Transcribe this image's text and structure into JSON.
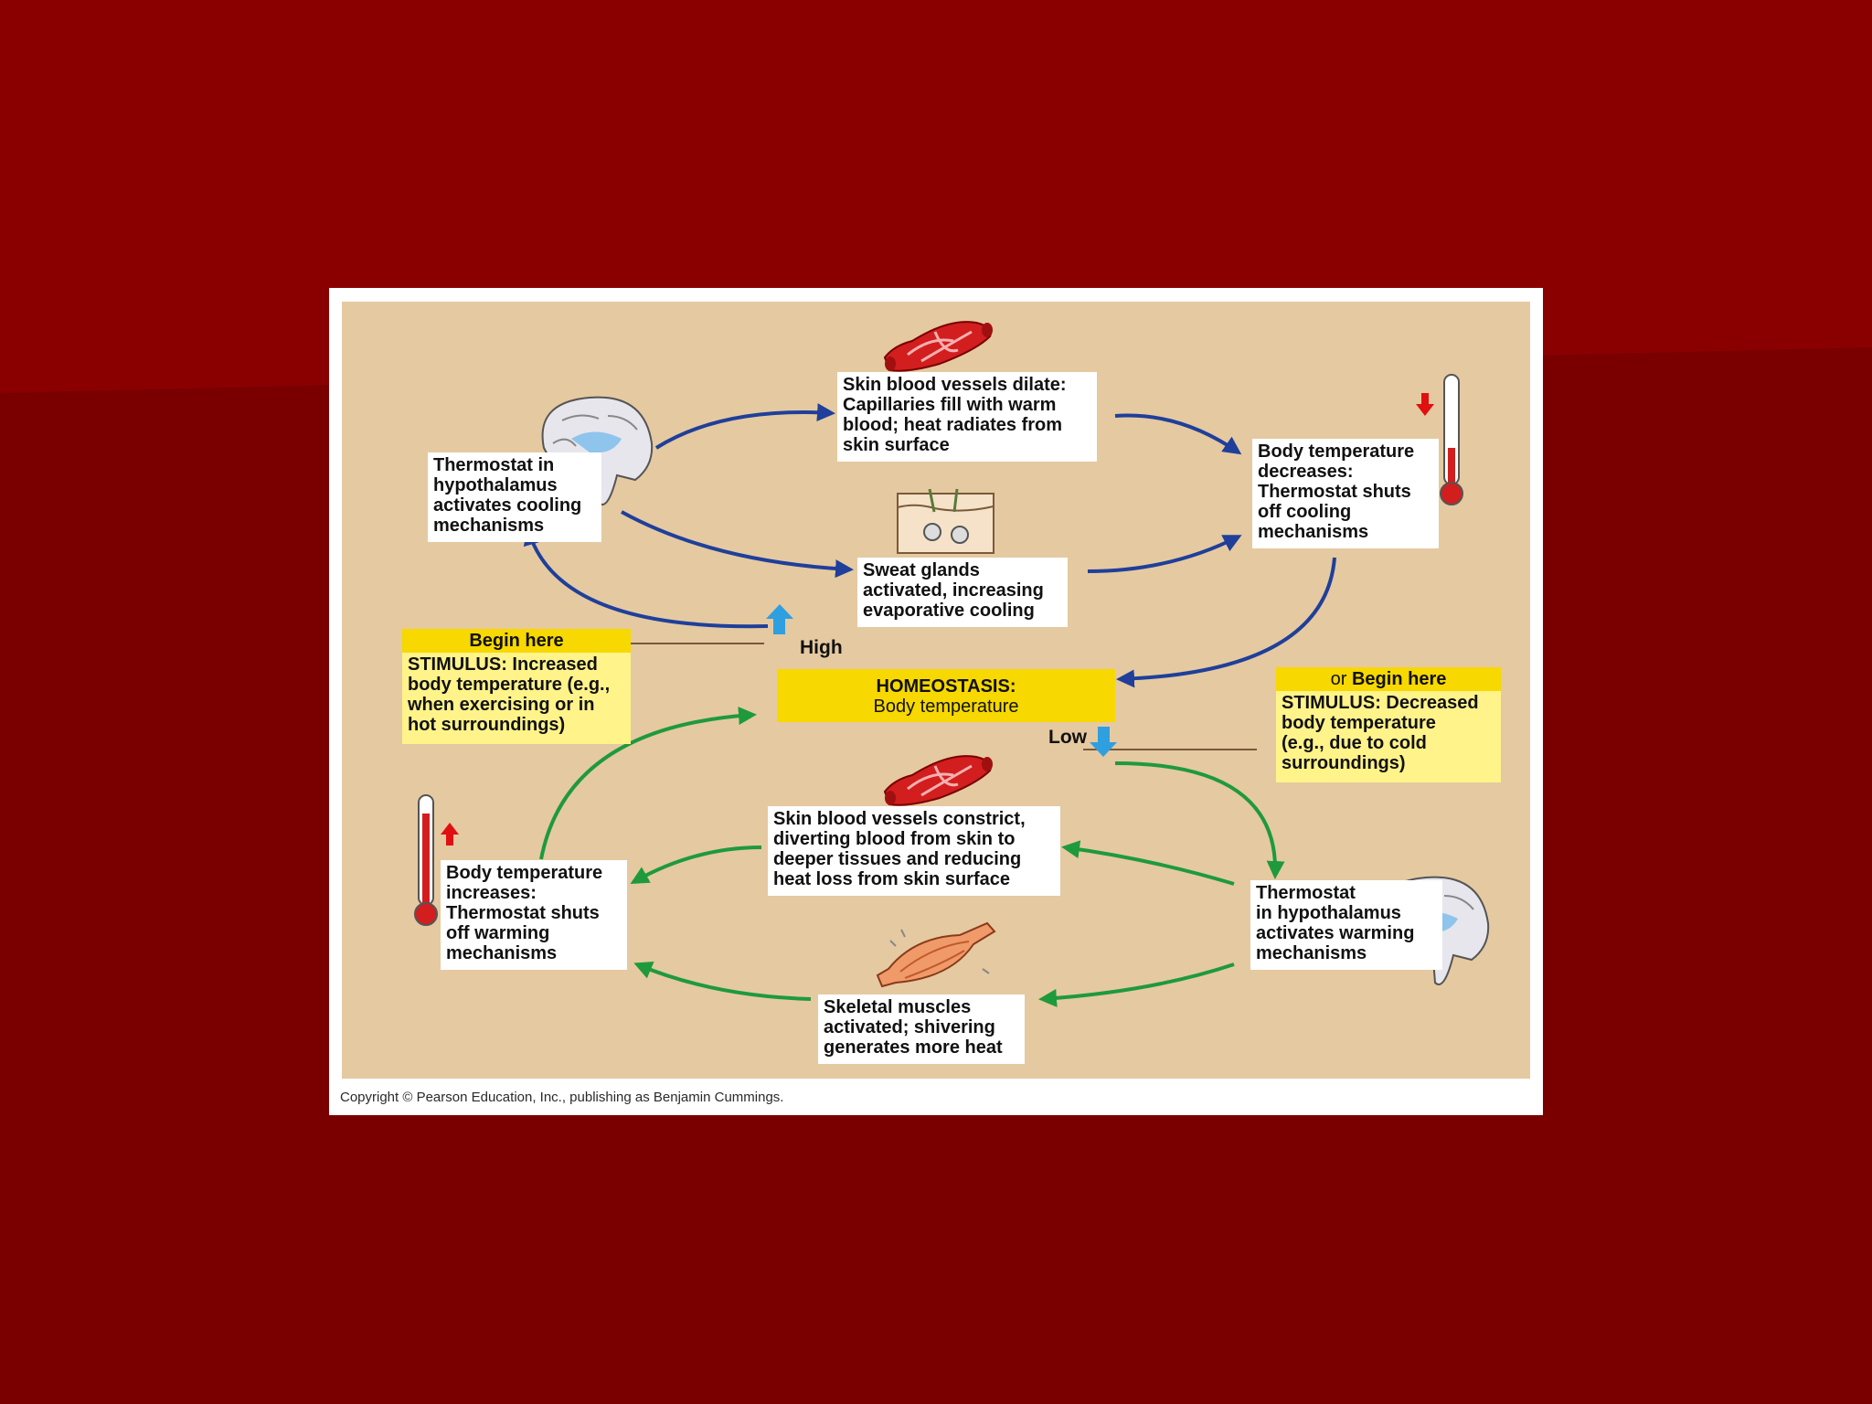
{
  "copyright": "Copyright © Pearson Education, Inc., publishing as Benjamin Cummings.",
  "homeostasis": {
    "title": "HOMEOSTASIS:",
    "subtitle": "Body temperature"
  },
  "labels": {
    "high": "High",
    "low": "Low"
  },
  "stimulus_high": {
    "header": "Begin here",
    "lines": [
      "STIMULUS: Increased",
      "body temperature (e.g.,",
      "when exercising or in",
      "hot surroundings)"
    ]
  },
  "stimulus_low": {
    "header_prefix": "or ",
    "header": "Begin here",
    "lines": [
      "STIMULUS: Decreased",
      "body temperature",
      "(e.g., due to cold",
      "surroundings)"
    ]
  },
  "cooling": {
    "thermostat": [
      "Thermostat in",
      "hypothalamus",
      "activates cooling",
      "mechanisms"
    ],
    "vessels": [
      "Skin blood vessels dilate:",
      "Capillaries fill with warm",
      "blood; heat radiates from",
      "skin surface"
    ],
    "sweat": [
      "Sweat glands",
      "activated, increasing",
      "evaporative cooling"
    ],
    "result": [
      "Body temperature",
      "decreases:",
      "Thermostat shuts",
      "off cooling",
      "mechanisms"
    ]
  },
  "warming": {
    "thermostat": [
      "Thermostat",
      "in hypothalamus",
      "activates warming",
      "mechanisms"
    ],
    "vessels": [
      "Skin blood vessels constrict,",
      "diverting blood from skin to",
      "deeper tissues and reducing",
      "heat loss from skin surface"
    ],
    "muscles": [
      "Skeletal muscles",
      "activated; shivering",
      "generates more heat"
    ],
    "result": [
      "Body temperature",
      "increases:",
      "Thermostat shuts",
      "off warming",
      "mechanisms"
    ]
  },
  "colors": {
    "background": "#7a0000",
    "panel": "#e5c9a1",
    "cooling_arrow": "#1f3f9a",
    "warming_arrow": "#1e9a3c",
    "highlight": "#f7d800",
    "stimulus_fill": "#fff38a",
    "up_down_arrow": "#2f9fe0",
    "red_indicator": "#e01010"
  },
  "icons": [
    "brain-icon",
    "blood-vessel-icon",
    "sweat-gland-icon",
    "thermometer-icon",
    "muscle-icon"
  ]
}
